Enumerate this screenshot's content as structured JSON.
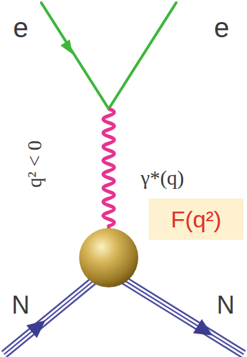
{
  "diagram": {
    "nodes": [
      {
        "text": [
          "F(q²)"
        ]
      }
    ],
    "labels": [
      "e",
      "e",
      "γ*(q)",
      "q² < 0",
      "N",
      "N"
    ]
  }
}
